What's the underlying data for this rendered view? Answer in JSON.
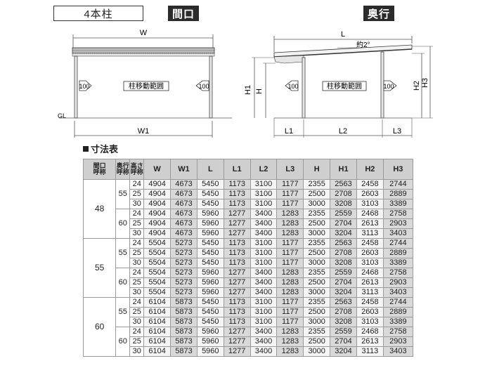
{
  "header": {
    "post_count_label": "4本柱",
    "front_view_label": "間口",
    "side_view_label": "奥行"
  },
  "front_view": {
    "dim_top": "W",
    "dim_bottom": "W1",
    "ground_label": "GL",
    "offset_left": "100",
    "offset_right": "100",
    "range_label": "柱移動範囲"
  },
  "side_view": {
    "dim_top": "L",
    "slope_label": "約2°",
    "dim_left_outer": "H1",
    "dim_left_inner": "H",
    "dim_right_inner": "H2",
    "dim_right_outer": "H3",
    "offset_left": "100",
    "offset_right": "100",
    "range_label": "柱移動範囲",
    "dim_bottom": [
      "L1",
      "L2",
      "L3"
    ]
  },
  "table": {
    "title": "寸法表",
    "headers": [
      "間口\n呼称",
      "奥行\n呼称",
      "高さ\n呼称",
      "W",
      "W1",
      "L",
      "L1",
      "L2",
      "L3",
      "H",
      "H1",
      "H2",
      "H3"
    ],
    "groups": [
      {
        "width": "48",
        "depths": [
          {
            "depth": "55",
            "rows": [
              [
                "24",
                "4904",
                "4673",
                "5450",
                "1173",
                "3100",
                "1177",
                "2355",
                "2563",
                "2458",
                "2744"
              ],
              [
                "25",
                "4904",
                "4673",
                "5450",
                "1173",
                "3100",
                "1177",
                "2500",
                "2708",
                "2603",
                "2889"
              ],
              [
                "30",
                "4904",
                "4673",
                "5450",
                "1173",
                "3100",
                "1177",
                "3000",
                "3208",
                "3103",
                "3389"
              ]
            ]
          },
          {
            "depth": "60",
            "rows": [
              [
                "24",
                "4904",
                "4673",
                "5960",
                "1277",
                "3400",
                "1283",
                "2355",
                "2559",
                "2468",
                "2758"
              ],
              [
                "25",
                "4904",
                "4673",
                "5960",
                "1277",
                "3400",
                "1283",
                "2500",
                "2704",
                "2613",
                "2903"
              ],
              [
                "30",
                "4904",
                "4673",
                "5960",
                "1277",
                "3400",
                "1283",
                "3000",
                "3204",
                "3113",
                "3403"
              ]
            ]
          }
        ]
      },
      {
        "width": "55",
        "depths": [
          {
            "depth": "55",
            "rows": [
              [
                "24",
                "5504",
                "5273",
                "5450",
                "1173",
                "3100",
                "1177",
                "2355",
                "2563",
                "2458",
                "2744"
              ],
              [
                "25",
                "5504",
                "5273",
                "5450",
                "1173",
                "3100",
                "1177",
                "2500",
                "2708",
                "2603",
                "2889"
              ],
              [
                "30",
                "5504",
                "5273",
                "5450",
                "1173",
                "3100",
                "1177",
                "3000",
                "3208",
                "3103",
                "3389"
              ]
            ]
          },
          {
            "depth": "60",
            "rows": [
              [
                "24",
                "5504",
                "5273",
                "5960",
                "1277",
                "3400",
                "1283",
                "2355",
                "2559",
                "2468",
                "2758"
              ],
              [
                "25",
                "5504",
                "5273",
                "5960",
                "1277",
                "3400",
                "1283",
                "2500",
                "2704",
                "2613",
                "2903"
              ],
              [
                "30",
                "5504",
                "5273",
                "5960",
                "1277",
                "3400",
                "1283",
                "3000",
                "3204",
                "3113",
                "3403"
              ]
            ]
          }
        ]
      },
      {
        "width": "60",
        "depths": [
          {
            "depth": "55",
            "rows": [
              [
                "24",
                "6104",
                "5873",
                "5450",
                "1173",
                "3100",
                "1177",
                "2355",
                "2563",
                "2458",
                "2744"
              ],
              [
                "25",
                "6104",
                "5873",
                "5450",
                "1173",
                "3100",
                "1177",
                "2500",
                "2708",
                "2603",
                "2889"
              ],
              [
                "30",
                "6104",
                "5873",
                "5450",
                "1173",
                "3100",
                "1177",
                "3000",
                "3208",
                "3103",
                "3389"
              ]
            ]
          },
          {
            "depth": "60",
            "rows": [
              [
                "24",
                "6104",
                "5873",
                "5960",
                "1277",
                "3400",
                "1283",
                "2355",
                "2559",
                "2468",
                "2758"
              ],
              [
                "25",
                "6104",
                "5873",
                "5960",
                "1277",
                "3400",
                "1283",
                "2500",
                "2704",
                "2613",
                "2903"
              ],
              [
                "30",
                "6104",
                "5873",
                "5960",
                "1277",
                "3400",
                "1283",
                "3000",
                "3204",
                "3113",
                "3403"
              ]
            ]
          }
        ]
      }
    ]
  }
}
